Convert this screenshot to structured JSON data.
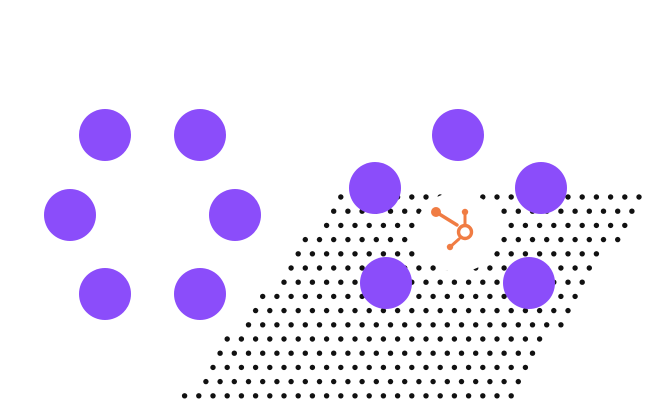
{
  "colors": {
    "background": "#ffffff",
    "accent_purple": "#8b4dfa",
    "dot_black": "#111111",
    "brand_orange": "#f07c43"
  },
  "graphic": {
    "left_ring": {
      "count": 6,
      "color_ref": "accent_purple"
    },
    "right_ring": {
      "count": 6,
      "color_ref": "accent_purple",
      "center_icon": "hub-sprocket-icon"
    },
    "dot_pattern": {
      "shape": "parallelogram",
      "color_ref": "dot_black"
    }
  }
}
